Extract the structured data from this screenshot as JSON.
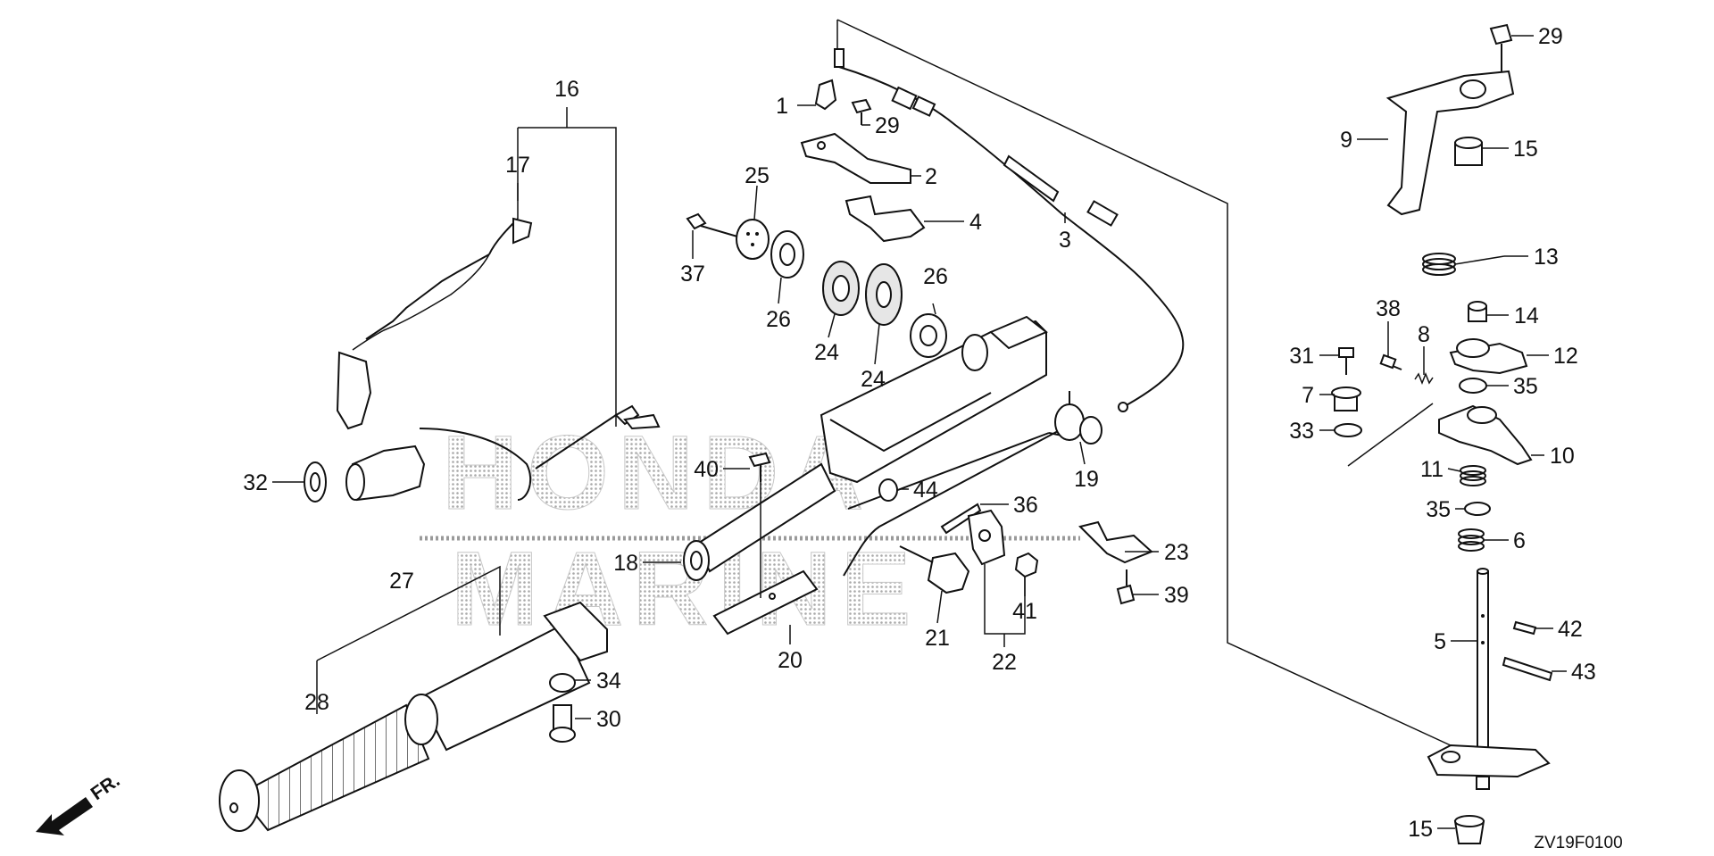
{
  "diagram": {
    "code": "ZV19F0100",
    "direction_label": "FR.",
    "watermark_lines": [
      "HONDA",
      "MARINE"
    ],
    "part_numbers": [
      "1",
      "2",
      "3",
      "4",
      "5",
      "6",
      "7",
      "8",
      "9",
      "10",
      "11",
      "12",
      "13",
      "14",
      "15",
      "15",
      "16",
      "17",
      "18",
      "19",
      "20",
      "21",
      "22",
      "23",
      "24",
      "24",
      "25",
      "26",
      "26",
      "27",
      "28",
      "29",
      "29",
      "30",
      "31",
      "32",
      "33",
      "34",
      "35",
      "35",
      "36",
      "37",
      "38",
      "39",
      "40",
      "41",
      "42",
      "43",
      "44"
    ]
  }
}
